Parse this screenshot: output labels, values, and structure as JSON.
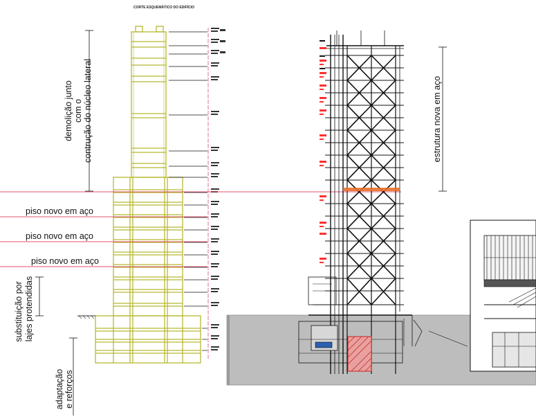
{
  "title": "CORTE ESQUEMÁTICO DO EDIFÍCIO",
  "labels": {
    "demolition_1": "demolição junto",
    "demolition_2": "com o",
    "demolition_3": "contrução do núcleo lateral",
    "steel_floor_1": "piso novo em aço",
    "steel_floor_2": "piso novo em aço",
    "steel_floor_3": "piso novo em aço",
    "substitution_1": "substituição por",
    "substitution_2": "lajes protendidas",
    "adaptation_1": "adaptação",
    "adaptation_2": "e reforços",
    "new_structure": "estrutura nova em aço"
  },
  "colors": {
    "old_structure": "#b8b832",
    "red_line": "#e0506e",
    "ground": "#bdbdbd",
    "steel": "#111111",
    "highlight": "#ff3030"
  }
}
